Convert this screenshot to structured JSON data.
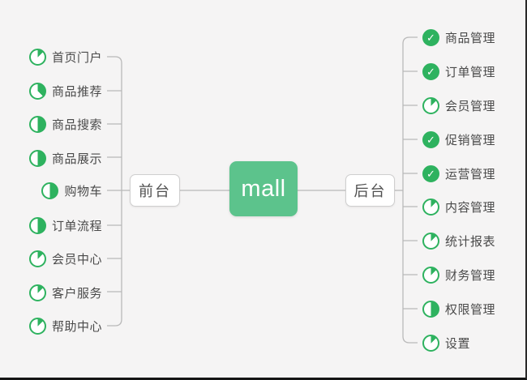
{
  "map": {
    "root": {
      "label": "mall"
    },
    "branches": {
      "front": {
        "label": "前台"
      },
      "back": {
        "label": "后台"
      }
    },
    "left_items": [
      {
        "label": "首页门户",
        "icon": "progress-1-8",
        "percent": 12.5
      },
      {
        "label": "商品推荐",
        "icon": "progress-3-8",
        "percent": 37.5
      },
      {
        "label": "商品搜索",
        "icon": "progress-1-2",
        "percent": 50
      },
      {
        "label": "商品展示",
        "icon": "progress-1-2",
        "percent": 50
      },
      {
        "label": "购物车",
        "icon": "progress-1-2",
        "percent": 50
      },
      {
        "label": "订单流程",
        "icon": "progress-1-2",
        "percent": 50
      },
      {
        "label": "会员中心",
        "icon": "progress-1-8",
        "percent": 12.5
      },
      {
        "label": "客户服务",
        "icon": "progress-1-8",
        "percent": 12.5
      },
      {
        "label": "帮助中心",
        "icon": "progress-1-8",
        "percent": 12.5
      }
    ],
    "right_items": [
      {
        "label": "商品管理",
        "icon": "check-done"
      },
      {
        "label": "订单管理",
        "icon": "check-done"
      },
      {
        "label": "会员管理",
        "icon": "progress-1-8",
        "percent": 12.5
      },
      {
        "label": "促销管理",
        "icon": "check-done"
      },
      {
        "label": "运营管理",
        "icon": "check-done"
      },
      {
        "label": "内容管理",
        "icon": "progress-1-8",
        "percent": 12.5
      },
      {
        "label": "统计报表",
        "icon": "progress-1-8",
        "percent": 12.5
      },
      {
        "label": "财务管理",
        "icon": "progress-1-8",
        "percent": 12.5
      },
      {
        "label": "权限管理",
        "icon": "progress-1-2",
        "percent": 50
      },
      {
        "label": "设置",
        "icon": "progress-1-8",
        "percent": 12.5
      }
    ]
  },
  "icons": {
    "check_glyph": "✓"
  },
  "colors": {
    "background": "#f5f4f4",
    "accent_green": "#2eb25f",
    "root_green": "#5cc38c",
    "line_gray": "#b9b9b9"
  }
}
